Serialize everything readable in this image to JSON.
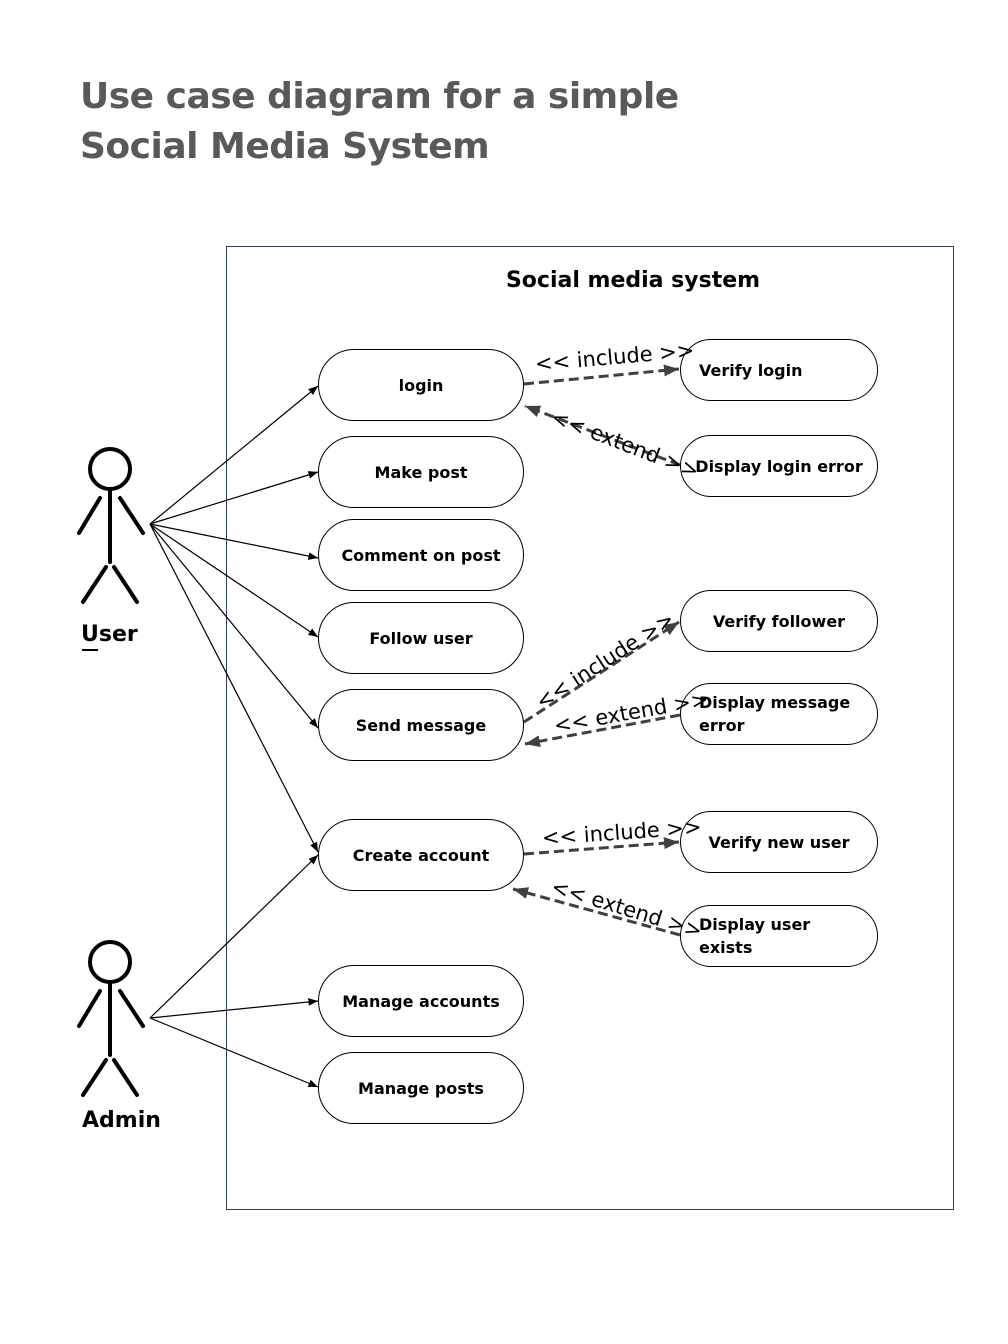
{
  "title": {
    "line1": "Use case diagram for a simple",
    "line2": "Social Media System"
  },
  "system": {
    "name": "Social media system"
  },
  "actors": {
    "user": "User",
    "admin": "Admin"
  },
  "use_cases": {
    "login": "login",
    "make_post": "Make post",
    "comment_on_post": "Comment on post",
    "follow_user": "Follow user",
    "send_message": "Send message",
    "create_account": "Create account",
    "manage_accounts": "Manage accounts",
    "manage_posts": "Manage posts",
    "verify_login": "Verify login",
    "display_login_error": "Display login error",
    "verify_follower": "Verify follower",
    "display_message_error_1": "Display message",
    "display_message_error_2": "error",
    "verify_new_user": "Verify new user",
    "display_user_exists": "Display user exists"
  },
  "relations": {
    "include": "<< include >>",
    "extend": "<< extend >>"
  }
}
